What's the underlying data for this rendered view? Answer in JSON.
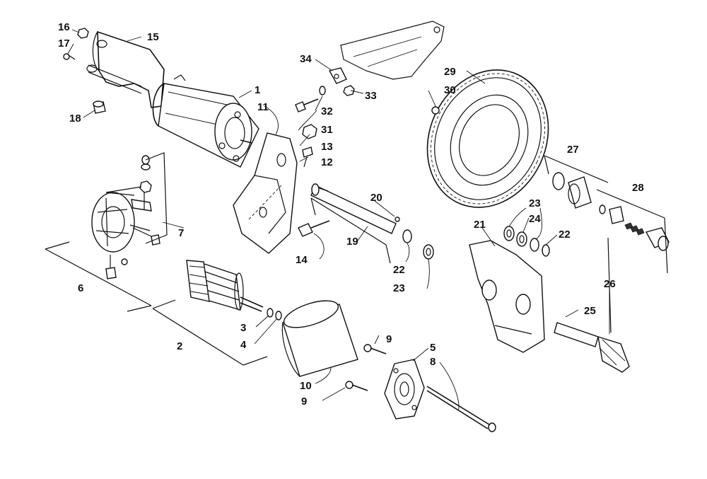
{
  "diagram": {
    "callouts": [
      {
        "id": "1",
        "label": "1"
      },
      {
        "id": "2",
        "label": "2"
      },
      {
        "id": "3",
        "label": "3"
      },
      {
        "id": "4",
        "label": "4"
      },
      {
        "id": "5",
        "label": "5"
      },
      {
        "id": "6",
        "label": "6"
      },
      {
        "id": "7",
        "label": "7"
      },
      {
        "id": "8",
        "label": "8"
      },
      {
        "id": "9a",
        "label": "9"
      },
      {
        "id": "9b",
        "label": "9"
      },
      {
        "id": "10",
        "label": "10"
      },
      {
        "id": "11",
        "label": "11"
      },
      {
        "id": "12",
        "label": "12"
      },
      {
        "id": "13",
        "label": "13"
      },
      {
        "id": "14",
        "label": "14"
      },
      {
        "id": "15",
        "label": "15"
      },
      {
        "id": "16",
        "label": "16"
      },
      {
        "id": "17",
        "label": "17"
      },
      {
        "id": "18",
        "label": "18"
      },
      {
        "id": "19",
        "label": "19"
      },
      {
        "id": "20",
        "label": "20"
      },
      {
        "id": "21",
        "label": "21"
      },
      {
        "id": "22a",
        "label": "22"
      },
      {
        "id": "22b",
        "label": "22"
      },
      {
        "id": "23a",
        "label": "23"
      },
      {
        "id": "23b",
        "label": "23"
      },
      {
        "id": "24",
        "label": "24"
      },
      {
        "id": "25",
        "label": "25"
      },
      {
        "id": "26",
        "label": "26"
      },
      {
        "id": "27",
        "label": "27"
      },
      {
        "id": "28",
        "label": "28"
      },
      {
        "id": "29",
        "label": "29"
      },
      {
        "id": "30",
        "label": "30"
      },
      {
        "id": "31",
        "label": "31"
      },
      {
        "id": "32",
        "label": "32"
      },
      {
        "id": "33",
        "label": "33"
      },
      {
        "id": "34",
        "label": "34"
      }
    ]
  },
  "colors": {
    "line": "#111111",
    "background": "#ffffff"
  }
}
